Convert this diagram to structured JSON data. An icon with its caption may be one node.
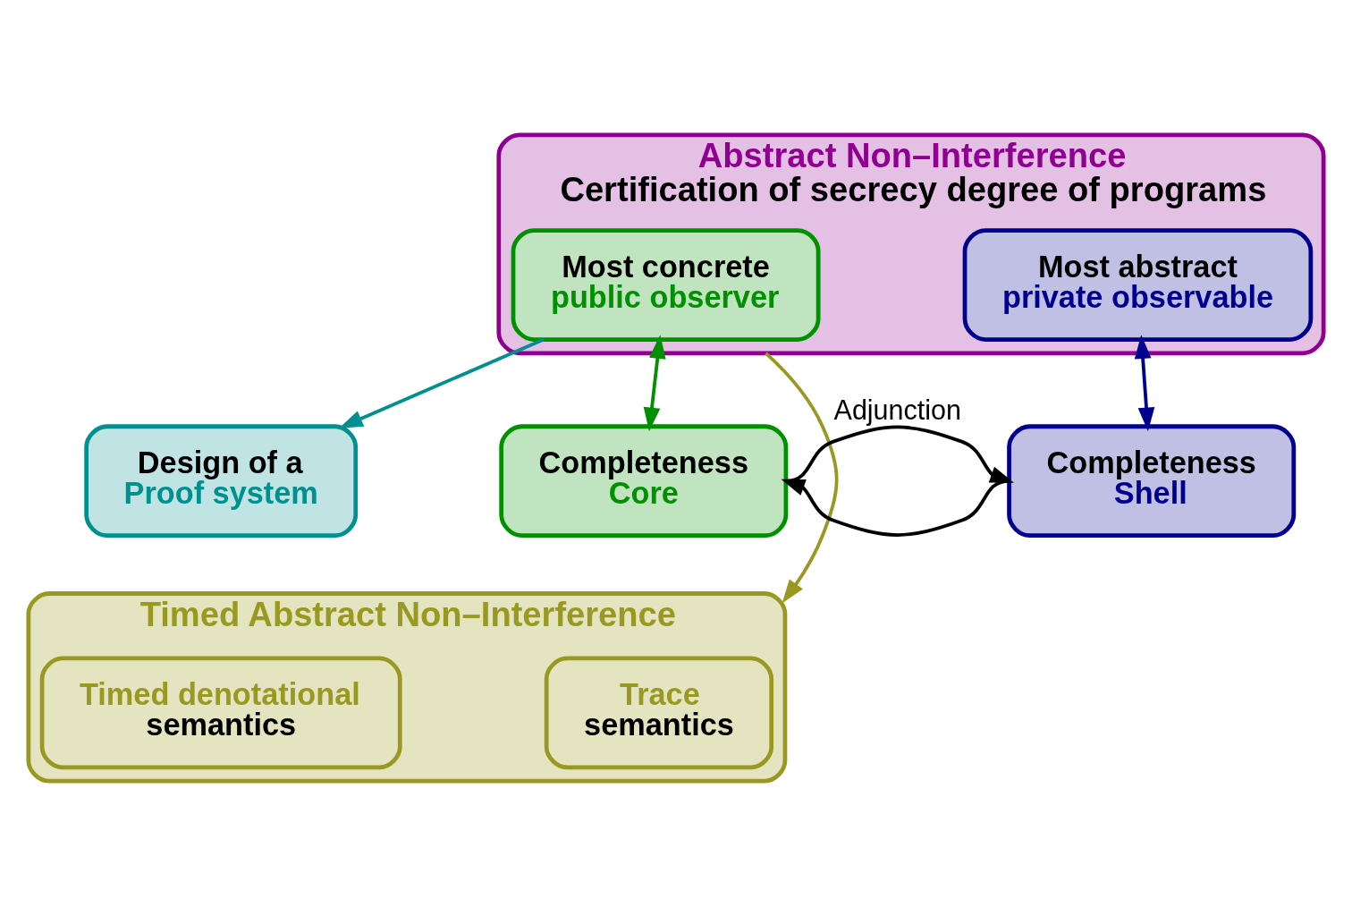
{
  "diagram": {
    "nodes": [
      {
        "text": [
          "Abstract Non–Interference",
          "Certification of secrecy degree of programs"
        ]
      },
      {
        "text": [
          "Most concrete",
          "public observer"
        ],
        "in": 0
      },
      {
        "text": [
          "Most abstract",
          "private observable"
        ],
        "in": 0
      },
      {
        "text": [
          "Design of a",
          "Proof system"
        ]
      },
      {
        "text": [
          "Completeness",
          "Core"
        ]
      },
      {
        "text": [
          "Completeness",
          "Shell"
        ]
      },
      {
        "text": [
          "Timed Abstract Non–Interference"
        ]
      },
      {
        "text": [
          "Trace",
          "semantics"
        ],
        "in": 6
      },
      {
        "text": [
          "Timed denotational",
          "semantics"
        ],
        "in": 6
      }
    ],
    "edges": [
      {
        "from": 1,
        "to": 3,
        "arrow": "to",
        "color": "#009090"
      },
      {
        "from": 0,
        "to": 6,
        "arrow": "to",
        "color": "#999922"
      },
      {
        "from": 1,
        "to": 4,
        "arrow": "both",
        "color": "#009000"
      },
      {
        "from": 2,
        "to": 5,
        "arrow": "both",
        "color": "#000090"
      },
      {
        "from": 4,
        "to": 5,
        "arrow": "to",
        "label": "Adjunction",
        "color": "#000000"
      },
      {
        "from": 5,
        "to": 4,
        "arrow": "to",
        "color": "#000000"
      }
    ]
  }
}
